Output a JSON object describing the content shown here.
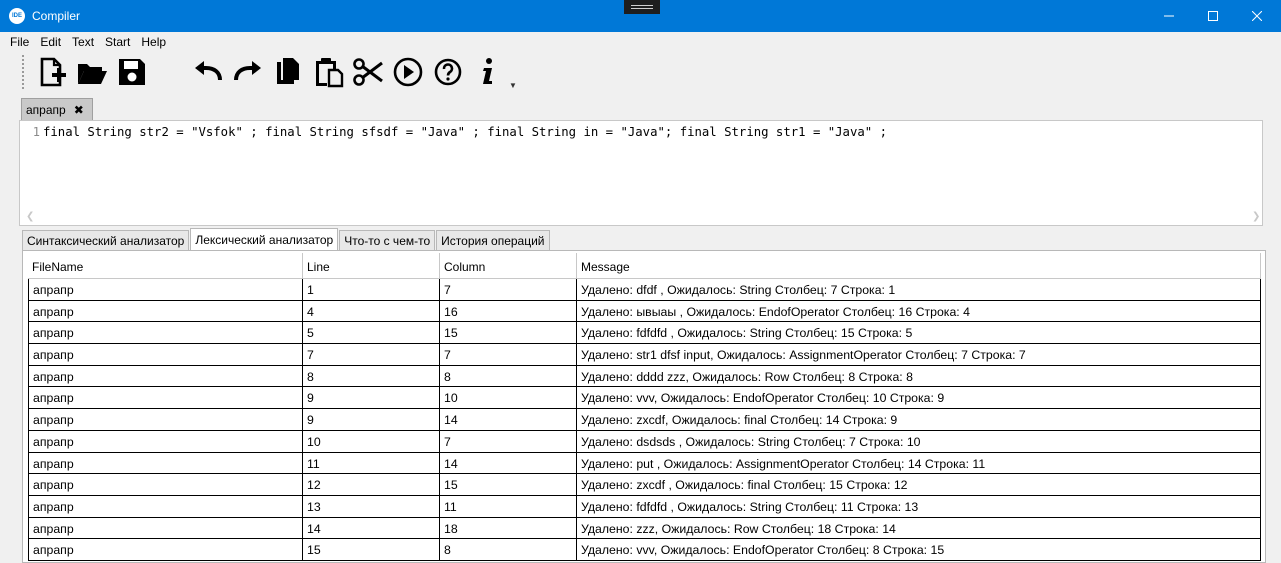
{
  "window": {
    "title": "Compiler",
    "icon_label": "IDE"
  },
  "menu": [
    "File",
    "Edit",
    "Text",
    "Start",
    "Help"
  ],
  "toolbar": [
    {
      "name": "new-file-icon"
    },
    {
      "name": "open-folder-icon"
    },
    {
      "name": "save-icon"
    },
    {
      "name": "undo-icon"
    },
    {
      "name": "redo-icon"
    },
    {
      "name": "copy-icon"
    },
    {
      "name": "paste-icon"
    },
    {
      "name": "cut-icon"
    },
    {
      "name": "run-icon"
    },
    {
      "name": "help-icon"
    },
    {
      "name": "info-icon"
    }
  ],
  "doc_tab": {
    "label": "апрапр"
  },
  "editor": {
    "line_number": "1",
    "code": "final String str2 = \"Vsfok\" ; final String sfsdf = \"Java\" ; final String in = \"Java\"; final String str1 = \"Java\" ;"
  },
  "tabs": [
    "Синтаксический анализатор",
    "Лексический анализатор",
    "Что-то с чем-то",
    "История операций"
  ],
  "active_tab": "Лексический анализатор",
  "grid": {
    "columns": [
      "FileName",
      "Line",
      "Column",
      "Message"
    ],
    "rows": [
      [
        "апрапр",
        "1",
        "7",
        "Удалено:   dfdf , Ожидалось: String Столбец: 7 Строка: 1"
      ],
      [
        "апрапр",
        "4",
        "16",
        "Удалено:  ывыаы , Ожидалось: EndofOperator Столбец: 16 Строка: 4"
      ],
      [
        "апрапр",
        "5",
        "15",
        "Удалено:  fdfdfd , Ожидалось: String Столбец: 15 Строка: 5"
      ],
      [
        "апрапр",
        "7",
        "7",
        "Удалено:  str1 dfsf input, Ожидалось: AssignmentOperator Столбец: 7 Строка: 7"
      ],
      [
        "апрапр",
        "8",
        "8",
        "Удалено: dddd zzz, Ожидалось: Row Столбец: 8 Строка: 8"
      ],
      [
        "апрапр",
        "9",
        "10",
        "Удалено: vvv, Ожидалось: EndofOperator Столбец: 10 Строка: 9"
      ],
      [
        "апрапр",
        "9",
        "14",
        "Удалено: zxcdf, Ожидалось: final Столбец: 14 Строка: 9"
      ],
      [
        "апрапр",
        "10",
        "7",
        "Удалено:  dsdsds , Ожидалось: String Столбец: 7 Строка: 10"
      ],
      [
        "апрапр",
        "11",
        "14",
        "Удалено: put , Ожидалось: AssignmentOperator Столбец: 14 Строка: 11"
      ],
      [
        "апрапр",
        "12",
        "15",
        "Удалено: zxcdf , Ожидалось: final Столбец: 15 Строка: 12"
      ],
      [
        "апрапр",
        "13",
        "11",
        "Удалено:  fdfdfd , Ожидалось: String Столбец: 11 Строка: 13"
      ],
      [
        "апрапр",
        "14",
        "18",
        "Удалено:  zzz, Ожидалось: Row Столбец: 18 Строка: 14"
      ],
      [
        "апрапр",
        "15",
        "8",
        "Удалено: vvv, Ожидалось: EndofOperator Столбец: 8 Строка: 15"
      ]
    ]
  },
  "colors": {
    "titlebar": "#0078d7",
    "window_bg": "#f0f0f0"
  }
}
